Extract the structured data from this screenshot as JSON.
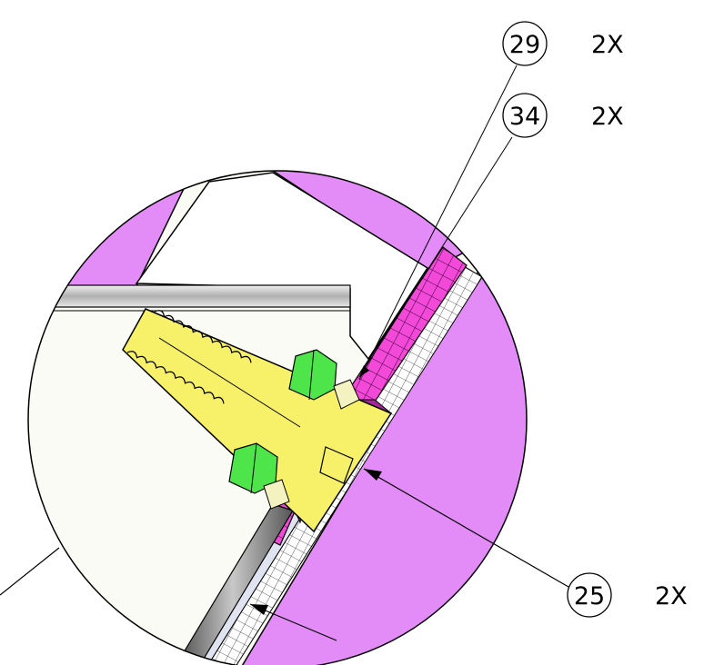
{
  "callouts": [
    {
      "item": "29",
      "qty": "2X"
    },
    {
      "item": "34",
      "qty": "2X"
    },
    {
      "item": "25",
      "qty": "2X"
    }
  ],
  "colors": {
    "magenta": "#e38bf6",
    "pink_hatch": "#f249d9",
    "purple_fill": "#a2289a",
    "yellow": "#f7f069",
    "green": "#4de54a",
    "cream": "#f5f2c2",
    "background": "#fbfbf5",
    "rod": "#8c8c8c"
  }
}
